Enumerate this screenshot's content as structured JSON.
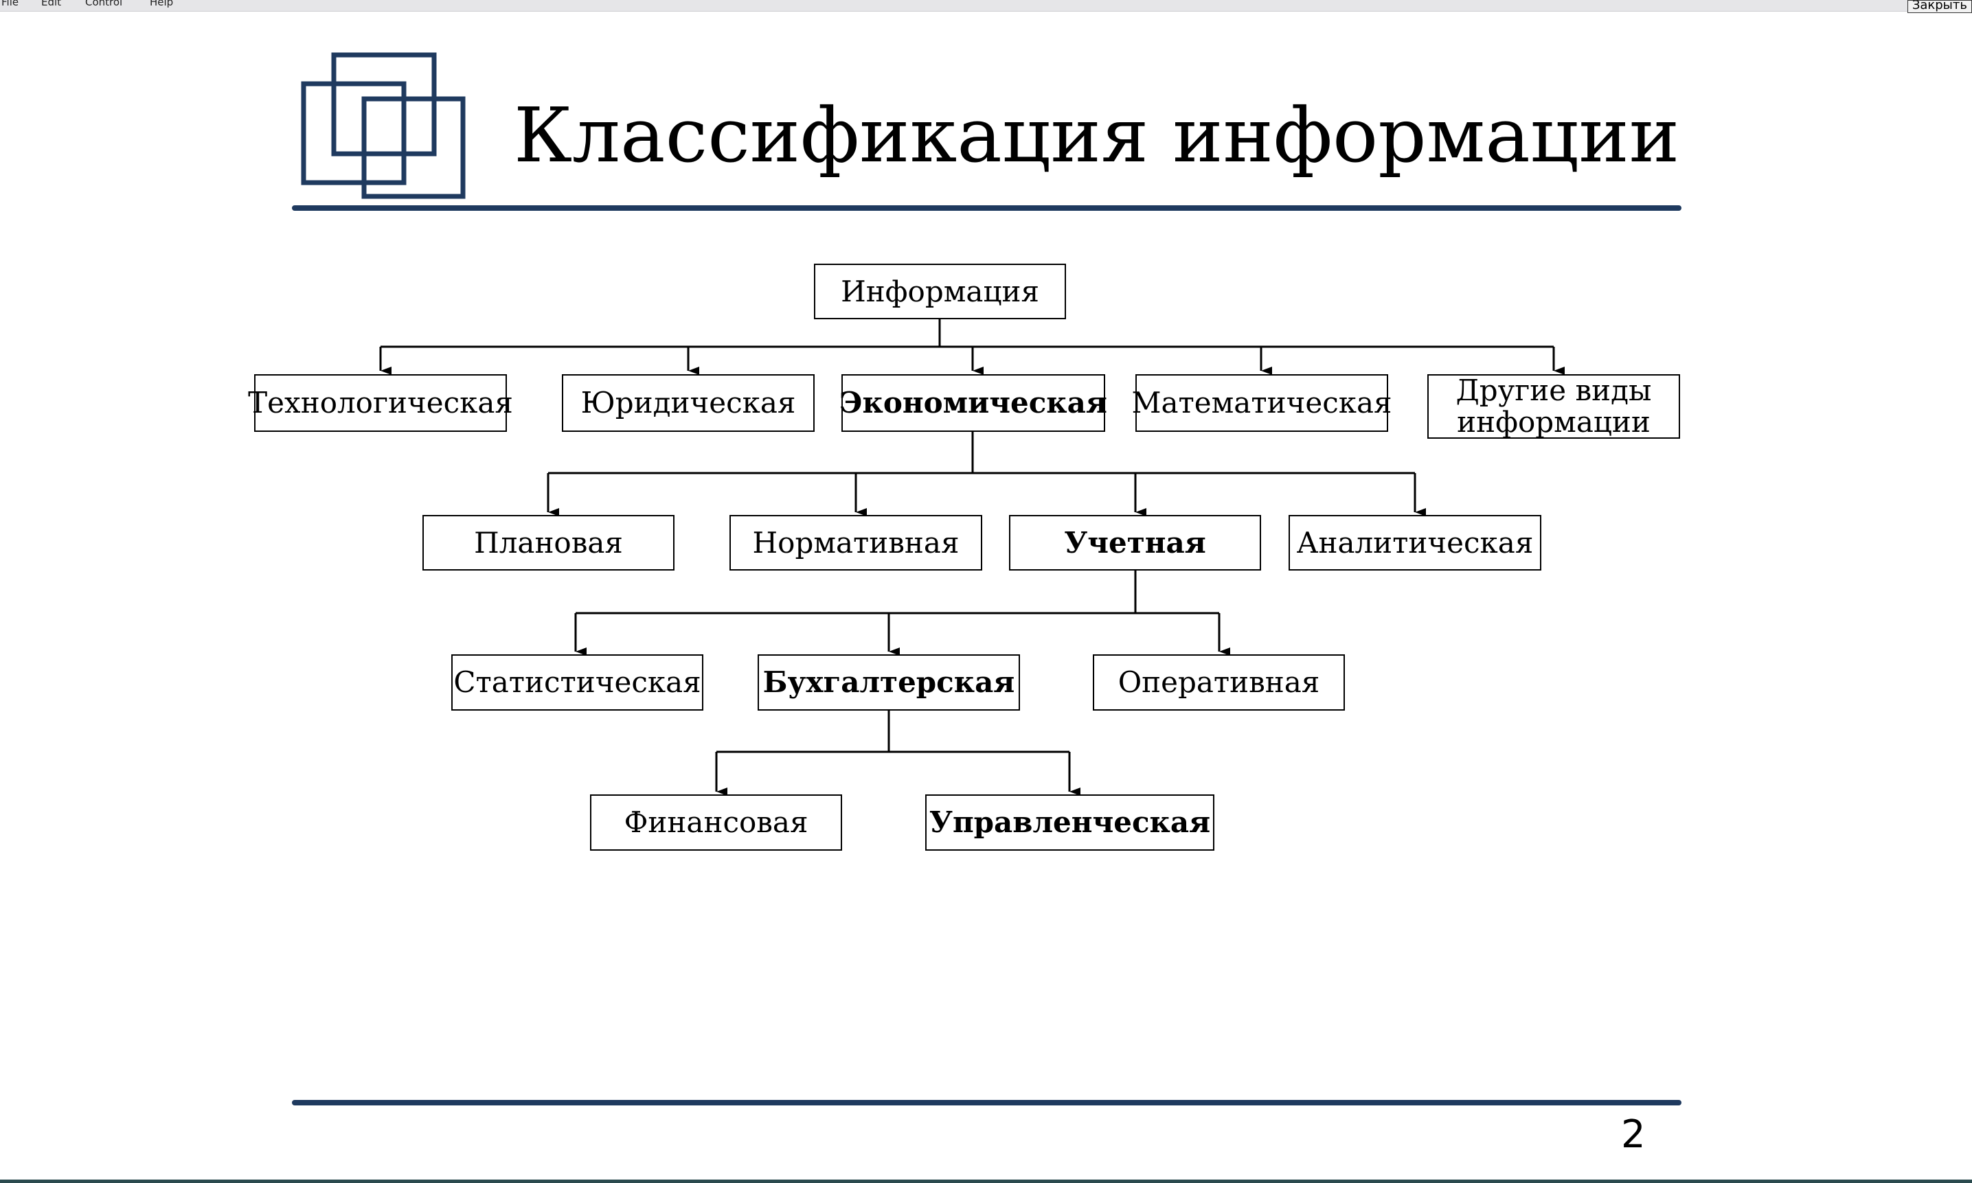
{
  "menubar": {
    "items": [
      "File",
      "Edit",
      "Control",
      "Help"
    ],
    "close_label": "Закрыть"
  },
  "slide": {
    "title": "Классификация информации",
    "page_number": "2",
    "accent_color": "#1f3a5f"
  },
  "diagram": {
    "root": "Информация",
    "level1": [
      "Технологическая",
      "Юридическая",
      "Экономическая",
      "Математическая",
      "Другие виды информации"
    ],
    "level2": [
      "Плановая",
      "Нормативная",
      "Учетная",
      "Аналитическая"
    ],
    "level3": [
      "Статистическая",
      "Бухгалтерская",
      "Оперативная"
    ],
    "level4": [
      "Финансовая",
      "Управленческая"
    ]
  }
}
